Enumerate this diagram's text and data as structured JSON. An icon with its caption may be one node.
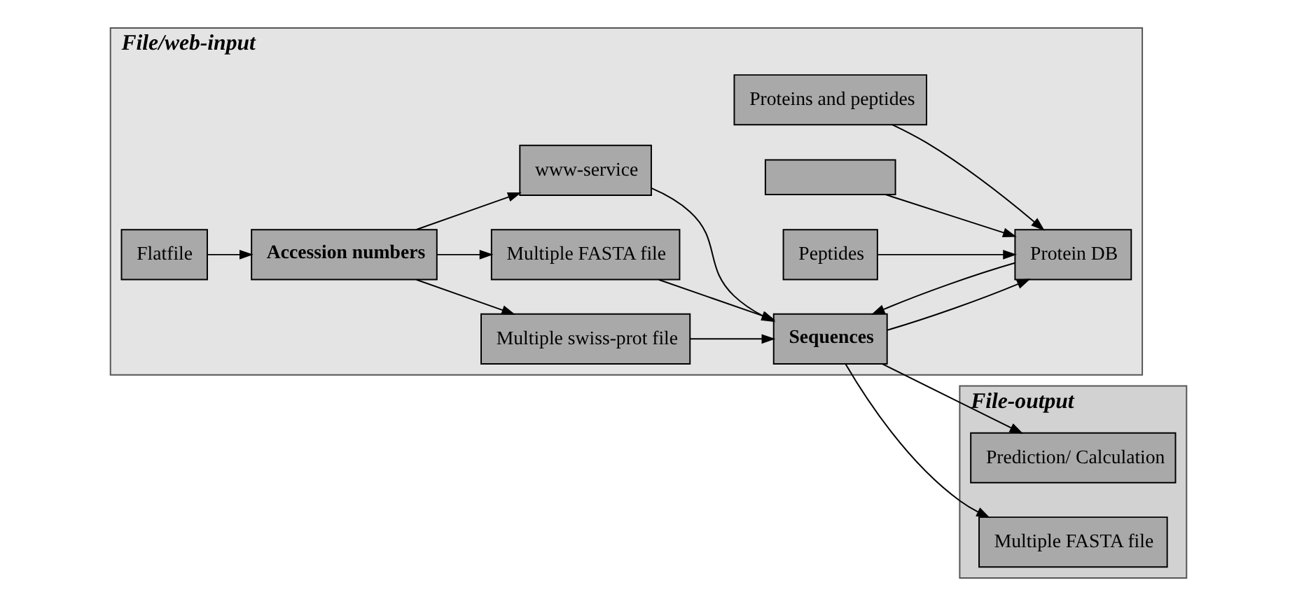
{
  "diagram": {
    "nodes": [
      {
        "text": [
          "File/web-input"
        ]
      },
      {
        "text": [
          "File-output"
        ]
      },
      {
        "text": [
          "Flatfile"
        ],
        "in": 0
      },
      {
        "text": [
          "Accession numbers"
        ],
        "in": 0
      },
      {
        "text": [
          "Multiple swiss-prot file"
        ],
        "in": 0
      },
      {
        "text": [
          "Multiple FASTA file"
        ],
        "in": 0
      },
      {
        "text": [
          "www-service"
        ],
        "in": 0
      },
      {
        "text": [
          "Sequences"
        ],
        "in": 0
      },
      {
        "text": [
          "Proteins and peptides"
        ],
        "in": 0
      },
      {
        "text": [
          "Protein DB"
        ],
        "in": 0
      },
      {
        "text": [],
        "shape": "box",
        "in": 0
      },
      {
        "text": [
          "Peptides"
        ],
        "in": 0
      },
      {
        "text": [
          "Prediction/ Calculation"
        ],
        "in": 1
      },
      {
        "text": [
          "Multiple FASTA file"
        ],
        "in": 1
      }
    ],
    "edges": [
      {
        "from": 2,
        "to": 3,
        "arrow": "to"
      },
      {
        "from": 3,
        "to": 4,
        "arrow": "to"
      },
      {
        "from": 3,
        "to": 5,
        "arrow": "to"
      },
      {
        "from": 3,
        "to": 6,
        "arrow": "to"
      },
      {
        "from": 4,
        "to": 7,
        "arrow": "to"
      },
      {
        "from": 5,
        "to": 7,
        "arrow": "to"
      },
      {
        "from": 6,
        "to": 7,
        "arrow": "to"
      },
      {
        "from": 7,
        "to": 9,
        "arrow": "to"
      },
      {
        "from": 9,
        "to": 7,
        "arrow": "to"
      },
      {
        "from": 8,
        "to": 9,
        "arrow": "to"
      },
      {
        "from": 10,
        "to": 9,
        "arrow": "to"
      },
      {
        "from": 11,
        "to": 9,
        "arrow": "to"
      },
      {
        "from": 7,
        "to": 12,
        "arrow": "to"
      },
      {
        "from": 7,
        "to": 13,
        "arrow": "to"
      }
    ]
  }
}
